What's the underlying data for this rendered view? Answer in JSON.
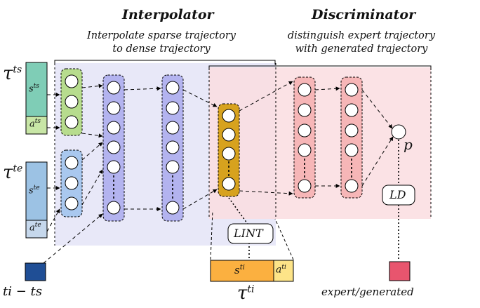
{
  "headers": {
    "interpolator": {
      "title": "Interpolator",
      "subtitle_line1": "Interpolate sparse trajectory",
      "subtitle_line2": "to dense trajectory"
    },
    "discriminator": {
      "title": "Discriminator",
      "subtitle_line1": "distinguish expert trajectory",
      "subtitle_line2": "with generated trajectory"
    }
  },
  "inputs": {
    "start_block": {
      "tau_base": "τ",
      "tau_sup": "ts",
      "state_base": "s",
      "state_sup": "ts",
      "action_base": "a",
      "action_sup": "ts"
    },
    "end_block": {
      "tau_base": "τ",
      "tau_sup": "te",
      "state_base": "s",
      "state_sup": "te",
      "action_base": "a",
      "action_sup": "te"
    },
    "time_gap": "ti − ts"
  },
  "output_block": {
    "state_base": "s",
    "state_sup": "ti",
    "action_base": "a",
    "action_sup": "ti",
    "tau_base": "τ",
    "tau_sup": "ti"
  },
  "losses": {
    "interpolation": "LINT",
    "discriminator": "LD"
  },
  "discriminator_output": {
    "symbol": "p",
    "caption": "expert/generated"
  },
  "colors": {
    "state_start": "#7fcdb6",
    "action_start": "#c8e6a6",
    "state_end": "#9cc2e4",
    "action_end": "#c6d8ec",
    "time_gap_box": "#1f4e95",
    "interpolator_bg": "#e8e8f8",
    "discriminator_bg": "#fadde1",
    "layer_green": "#b7dc8e",
    "layer_blue": "#a9c8ef",
    "layer_purple": "#b3b3ef",
    "layer_gold": "#d7a21e",
    "layer_pink": "#f6b6b7",
    "output_state": "#fbb040",
    "output_action": "#fde488",
    "label_box": "#e8556e"
  }
}
